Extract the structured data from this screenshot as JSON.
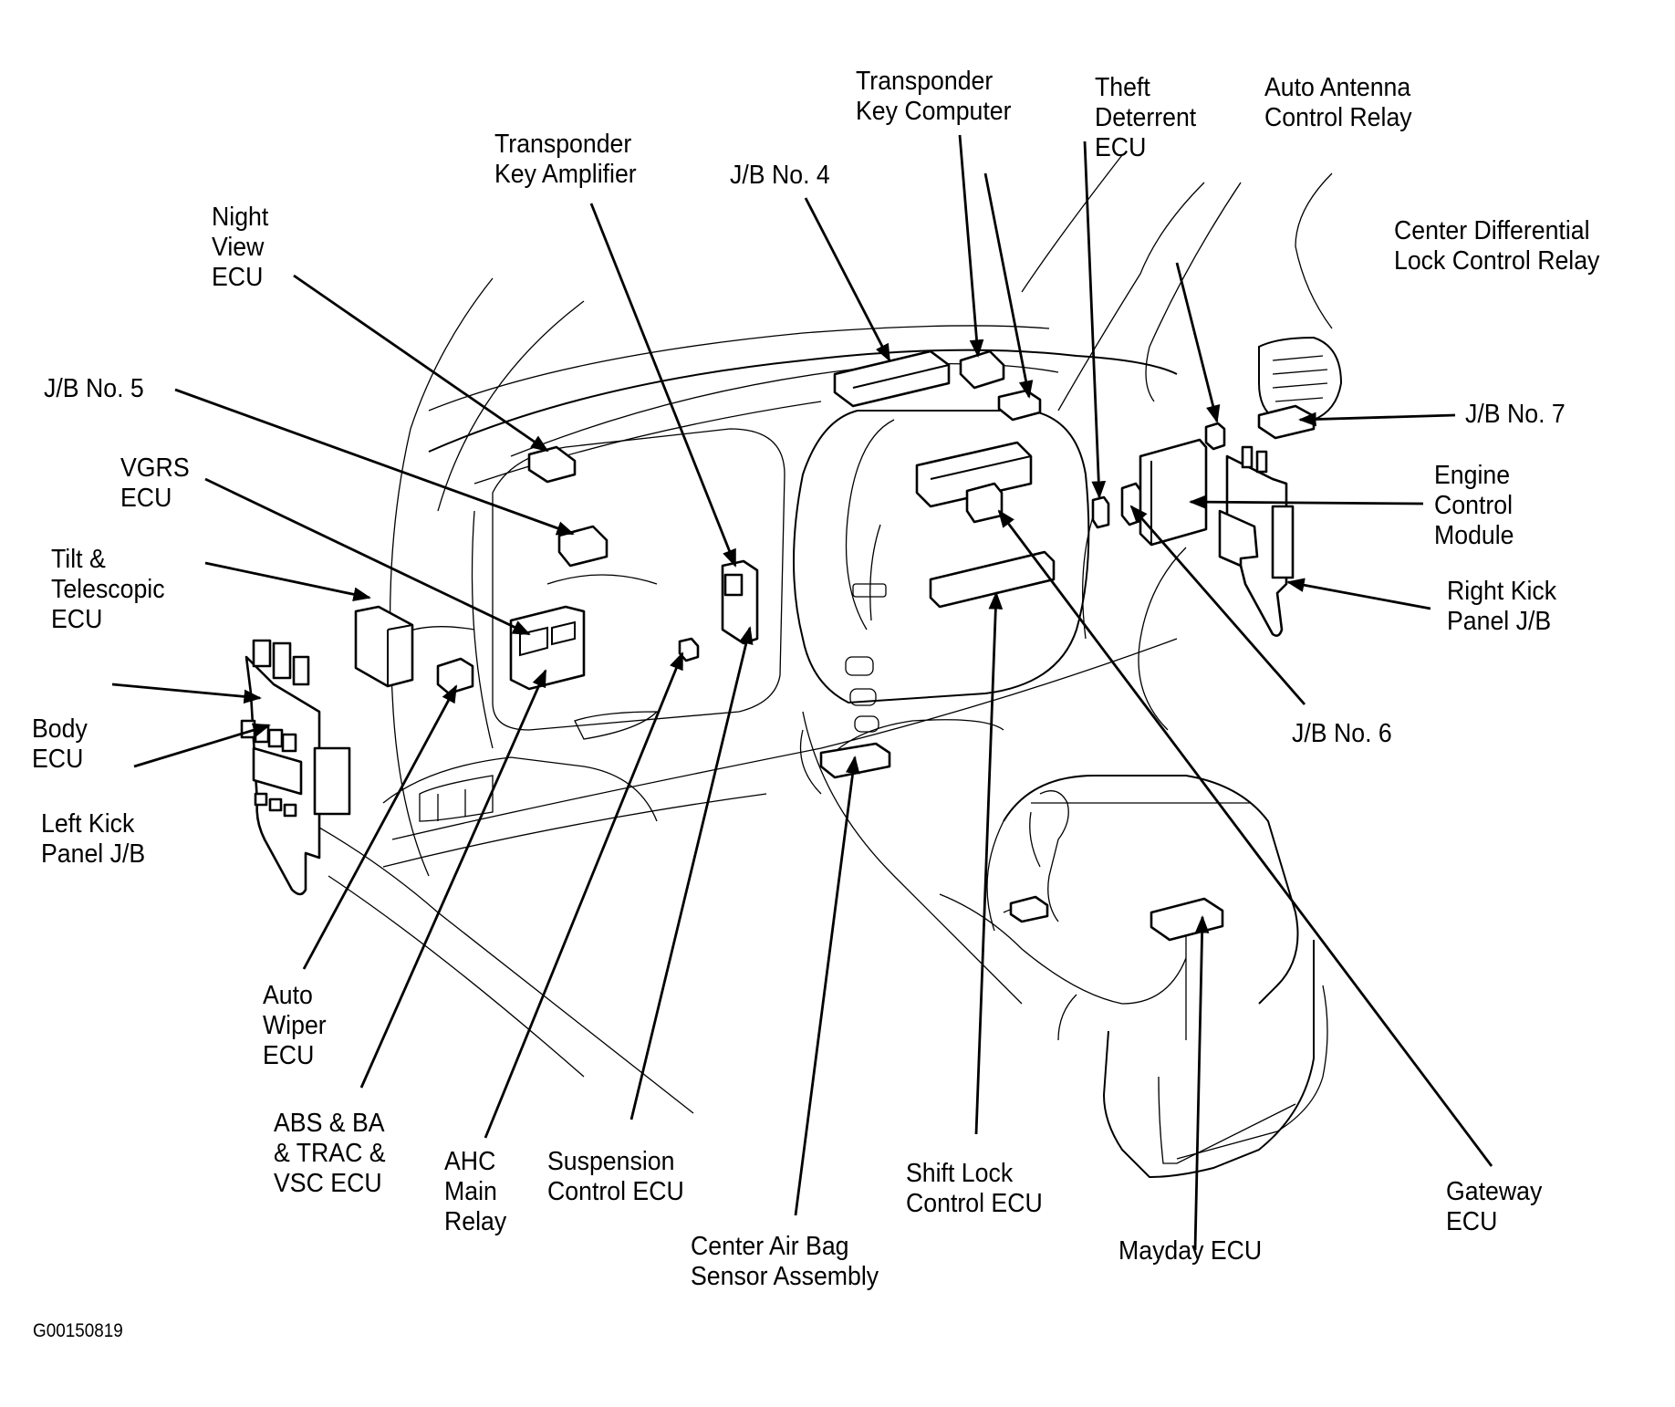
{
  "diagram": {
    "title": "Component locator - instrument panel area",
    "figure_id": "G00150819",
    "labels": [
      {
        "id": "night-view-ecu",
        "lines": [
          "Night",
          "View",
          "ECU"
        ]
      },
      {
        "id": "transponder-key-amplifier",
        "lines": [
          "Transponder",
          "Key Amplifier"
        ]
      },
      {
        "id": "jb-no-4",
        "lines": [
          "J/B No. 4"
        ]
      },
      {
        "id": "transponder-key-computer",
        "lines": [
          "Transponder",
          "Key Computer"
        ]
      },
      {
        "id": "theft-deterrent-ecu",
        "lines": [
          "Theft",
          "Deterrent",
          "ECU"
        ]
      },
      {
        "id": "auto-antenna-control-relay",
        "lines": [
          "Auto Antenna",
          "Control Relay"
        ]
      },
      {
        "id": "center-differential-lock-control-relay",
        "lines": [
          "Center Differential",
          "Lock Control Relay"
        ]
      },
      {
        "id": "jb-no-5",
        "lines": [
          "J/B No. 5"
        ]
      },
      {
        "id": "vgrs-ecu",
        "lines": [
          "VGRS",
          "ECU"
        ]
      },
      {
        "id": "tilt-telescopic-ecu",
        "lines": [
          "Tilt &",
          "Telescopic",
          "ECU"
        ]
      },
      {
        "id": "body-ecu",
        "lines": [
          "Body",
          "ECU"
        ]
      },
      {
        "id": "left-kick-panel-jb",
        "lines": [
          "Left Kick",
          "Panel J/B"
        ]
      },
      {
        "id": "jb-no-7",
        "lines": [
          "J/B No. 7"
        ]
      },
      {
        "id": "engine-control-module",
        "lines": [
          "Engine",
          "Control",
          "Module"
        ]
      },
      {
        "id": "right-kick-panel-jb",
        "lines": [
          "Right Kick",
          "Panel J/B"
        ]
      },
      {
        "id": "jb-no-6",
        "lines": [
          "J/B No. 6"
        ]
      },
      {
        "id": "auto-wiper-ecu",
        "lines": [
          "Auto",
          "Wiper",
          "ECU"
        ]
      },
      {
        "id": "abs-ba-trac-vsc-ecu",
        "lines": [
          "ABS & BA",
          "& TRAC &",
          "VSC ECU"
        ]
      },
      {
        "id": "ahc-main-relay",
        "lines": [
          "AHC",
          "Main",
          "Relay"
        ]
      },
      {
        "id": "suspension-control-ecu",
        "lines": [
          "Suspension",
          "Control ECU"
        ]
      },
      {
        "id": "center-air-bag-sensor-assembly",
        "lines": [
          "Center Air Bag",
          "Sensor Assembly"
        ]
      },
      {
        "id": "shift-lock-control-ecu",
        "lines": [
          "Shift Lock",
          "Control ECU"
        ]
      },
      {
        "id": "mayday-ecu",
        "lines": [
          "Mayday ECU"
        ]
      },
      {
        "id": "gateway-ecu",
        "lines": [
          "Gateway",
          "ECU"
        ]
      }
    ]
  }
}
